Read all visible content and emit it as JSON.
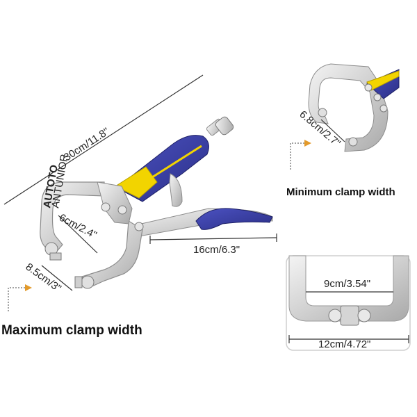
{
  "colors": {
    "handle_blue": "#3a3fa0",
    "handle_yellow": "#f2d400",
    "steel": "#d7d7d7",
    "steel_edge": "#8c8c8c",
    "arrow": "#e39a2b"
  },
  "icons": [
    "c-clamp-locking-pliers-illustration",
    "arrow-pointer-icon"
  ],
  "brand": {
    "logo": "AUTOTO",
    "sub": "ANTUNIOR"
  },
  "dimensions": {
    "overall_length": "30cm/11.8\"",
    "jaw_depth": "6cm/2.4\"",
    "handle_length": "16cm/6.3\"",
    "max_opening": "8.5cm/3\"",
    "min_opening": "6.8cm/2.7\"",
    "inner_width": "9cm/3.54\"",
    "outer_width": "12cm/4.72\""
  },
  "labels": {
    "maximum": "Maximum clamp width",
    "minimum": "Minimum clamp width"
  }
}
